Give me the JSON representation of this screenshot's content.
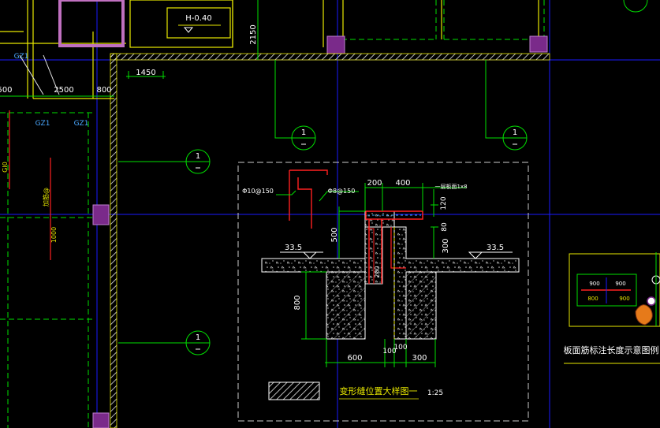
{
  "drawing": {
    "texts": {
      "elev_tag": "H-0.40",
      "dim_2150": "2150",
      "dim_1450": "1450",
      "dim_500_left": "500",
      "dim_2500": "2500",
      "dim_800_top": "800",
      "gz1_a": "GZ1",
      "gz1_b": "GZ1",
      "gz1_c": "GZ1",
      "gz_left_label": "GI0",
      "rebar_vertical_a": "加筋@",
      "rebar_vertical_b": "1000",
      "axis_num": "1",
      "rebar_10_150": "Φ10@150",
      "rebar_8_150": "Φ8@150",
      "dim_200": "200",
      "dim_400": "400",
      "note_top_right": "一层板面1x8",
      "dim_120": "120",
      "dim_500_detail": "500",
      "dim_80": "80",
      "dim_300_v": "300",
      "level_left": "33.5",
      "level_right": "33.5",
      "dim_800_left": "800",
      "dim_200_inner": "200",
      "dim_600": "600",
      "dim_100": "100",
      "dim_100b": "100",
      "dim_300_h": "300",
      "detail_title": "变形缝位置大样图一",
      "detail_scale": "1:25",
      "legend_title": "板面筋标注长度示意图例",
      "legend_900a": "900",
      "legend_900b": "900",
      "legend_800": "800",
      "legend_900c": "900"
    }
  }
}
